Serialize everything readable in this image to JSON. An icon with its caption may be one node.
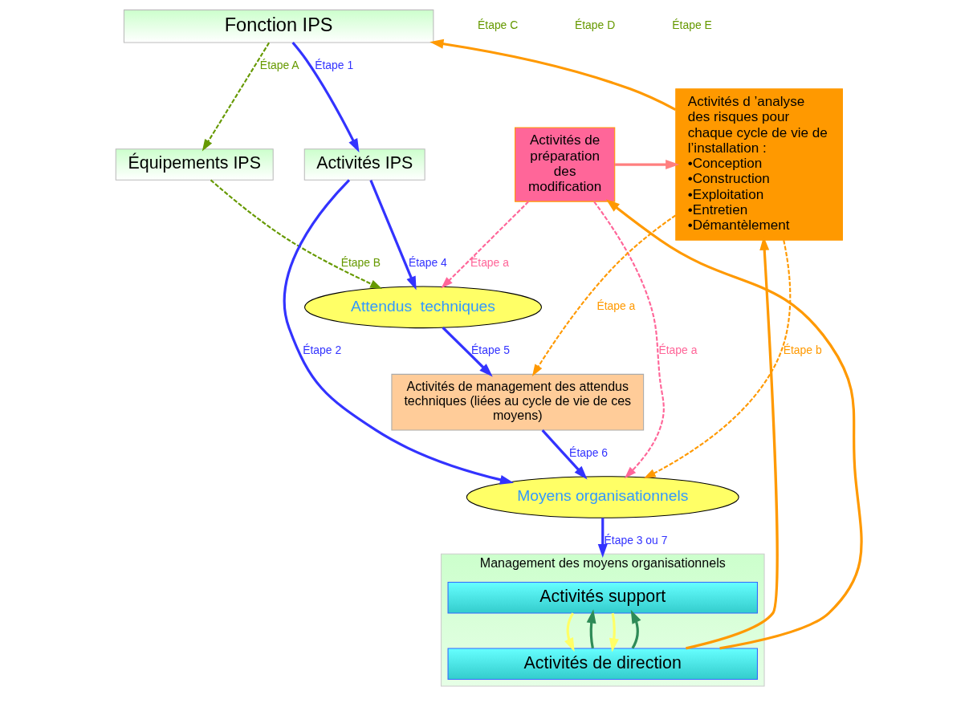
{
  "diagram": {
    "nodes": [
      {
        "text": [
          "Fonction IPS"
        ]
      },
      {
        "text": [
          "Équipements IPS"
        ]
      },
      {
        "text": [
          "Activités IPS"
        ]
      },
      {
        "text": [
          "Activités de préparation des modification"
        ]
      },
      {
        "text": [
          "Activités d ’analyse des risques pour chaque cycle de vie de l’installation :",
          "•Conception",
          "•Construction",
          "•Exploitation",
          "•Entretien",
          "•Démantèlement"
        ]
      },
      {
        "text": [
          "Attendus  techniques"
        ]
      },
      {
        "text": [
          "Activités de management des attendus techniques (liées au cycle de vie de ces moyens)"
        ]
      },
      {
        "text": [
          "Moyens organisationnels"
        ]
      },
      {
        "text": [
          "Management des moyens organisationnels"
        ]
      },
      {
        "text": [
          "Activités support"
        ],
        "in": 8
      },
      {
        "text": [
          "Activités de direction"
        ],
        "in": 8
      }
    ],
    "edges": [
      {
        "from": 0,
        "to": 1,
        "arrow": "to",
        "label": "Étape A",
        "style": "dashed",
        "color": "#669900"
      },
      {
        "from": 0,
        "to": 2,
        "arrow": "to",
        "label": "Étape 1"
      },
      {
        "from": 1,
        "to": 5,
        "arrow": "to",
        "label": "Étape B",
        "style": "dashed",
        "color": "#669900"
      },
      {
        "from": 2,
        "to": 5,
        "arrow": "to",
        "label": "Étape 4"
      },
      {
        "from": 2,
        "to": 7,
        "arrow": "to",
        "label": "Étape 2"
      },
      {
        "from": 5,
        "to": 6,
        "arrow": "to",
        "label": "Étape 5"
      },
      {
        "from": 6,
        "to": 7,
        "arrow": "to",
        "label": "Étape 6"
      },
      {
        "from": 7,
        "to": 8,
        "arrow": "to",
        "label": "Étape 3 ou 7"
      },
      {
        "from": 3,
        "to": 4,
        "arrow": "to",
        "color": "#ff7f7f"
      },
      {
        "from": 3,
        "to": 5,
        "arrow": "to",
        "label": "Étape a",
        "style": "dashed",
        "color": "#ff6699"
      },
      {
        "from": 3,
        "to": 7,
        "arrow": "to",
        "label": "Étape a",
        "style": "dashed",
        "color": "#ff6699"
      },
      {
        "from": 4,
        "to": 6,
        "arrow": "to",
        "label": "Étape a",
        "style": "dashed",
        "color": "#ff9900"
      },
      {
        "from": 4,
        "to": 7,
        "arrow": "to",
        "label": "Étape b",
        "style": "dashed",
        "color": "#ff9900"
      },
      {
        "from": 4,
        "to": 0,
        "arrow": "to",
        "color": "#ff9900"
      },
      {
        "from": 10,
        "to": 3,
        "arrow": "to",
        "color": "#ff9900"
      },
      {
        "from": 10,
        "to": 4,
        "arrow": "to",
        "color": "#ff9900"
      },
      {
        "from": 9,
        "to": 10,
        "arrow": "to",
        "color": "#ffff66"
      },
      {
        "from": 10,
        "to": 9,
        "arrow": "to",
        "color": "#2e8b57"
      },
      {
        "from": 9,
        "to": 10,
        "arrow": "to",
        "color": "#ffff66"
      },
      {
        "from": 10,
        "to": 9,
        "arrow": "to",
        "color": "#2e8b57"
      }
    ],
    "labels": [
      "Étape C",
      "Étape D",
      "Étape E"
    ]
  }
}
